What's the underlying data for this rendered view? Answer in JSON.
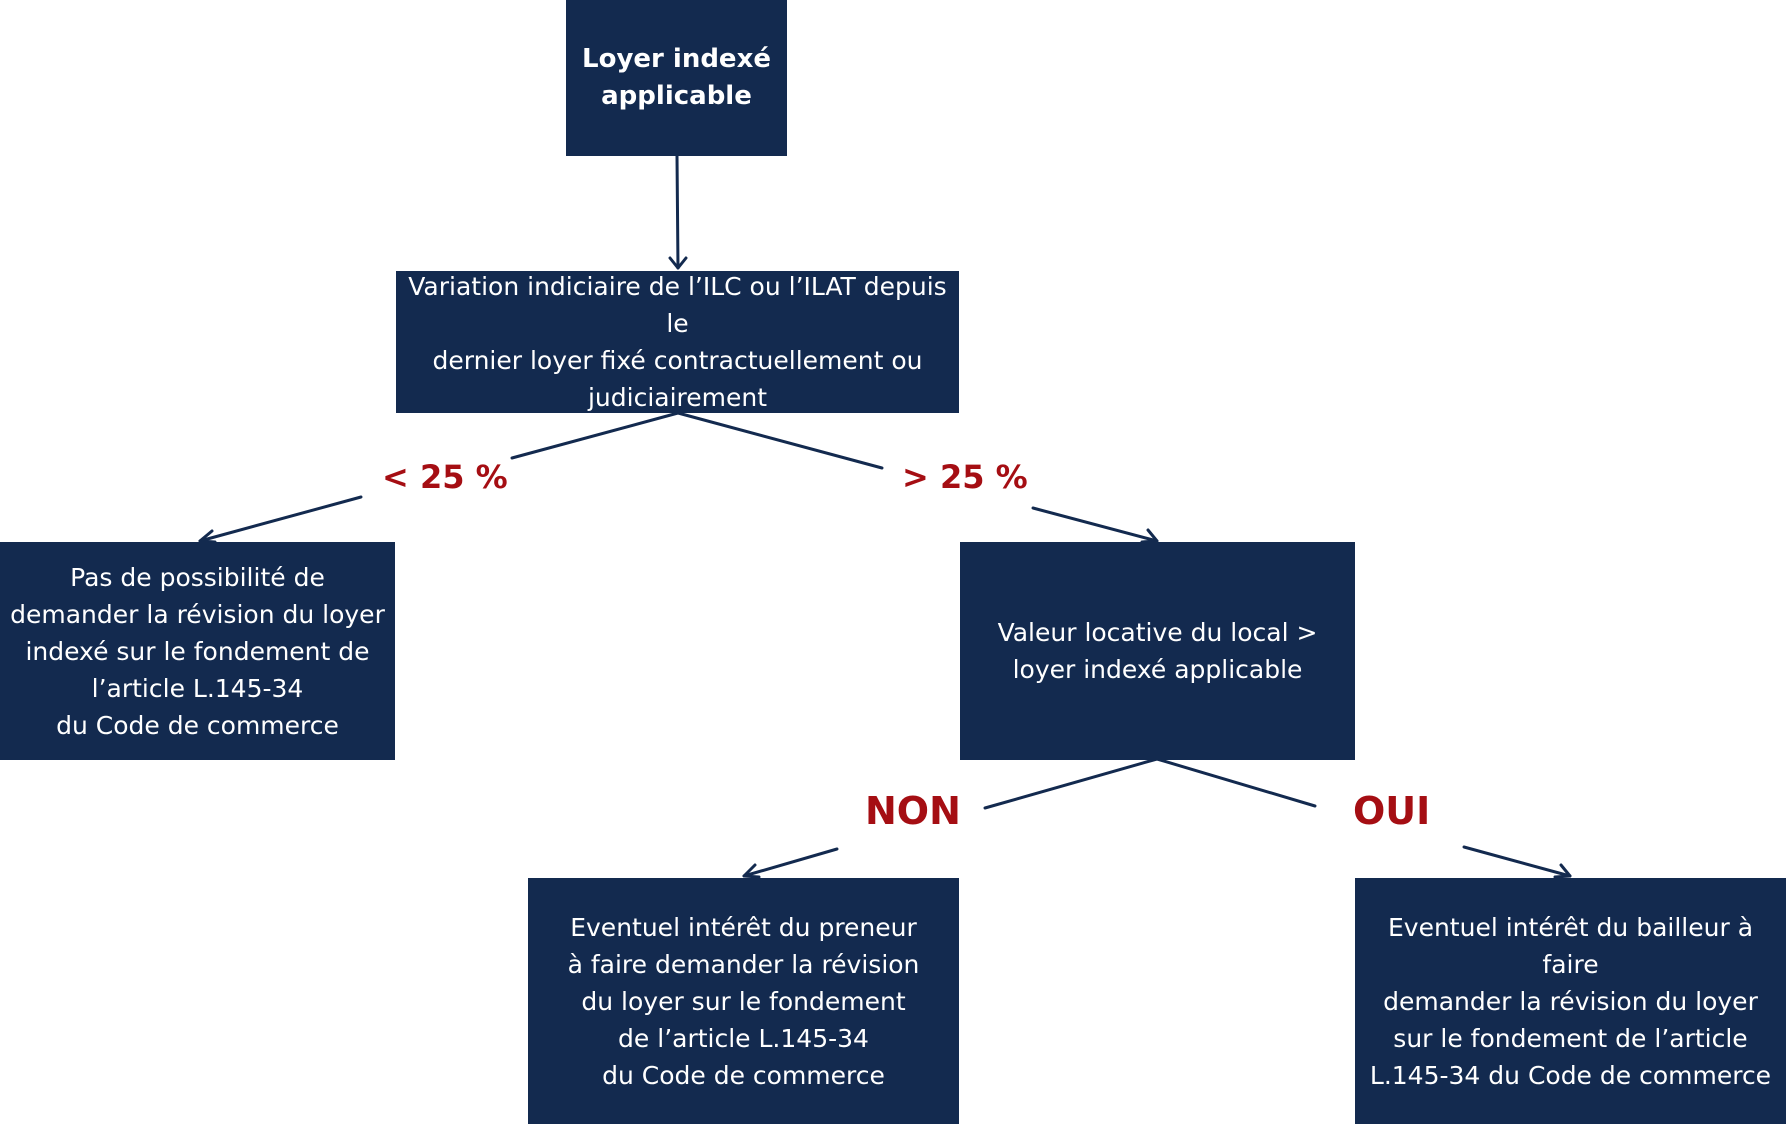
{
  "colors": {
    "box": "#132a4f",
    "text": "#ffffff",
    "accent": "#a50e13",
    "connector": "#132a4f"
  },
  "nodes": {
    "root": "Loyer indexé\napplicable",
    "variation": "Variation indiciaire de l’ILC ou l’ILAT depuis le\ndernier loyer fixé contractuellement ou\njudiciairement",
    "no_revision": "Pas de possibilité de\ndemander la révision du loyer\nindexé sur le fondement de\nl’article L.145-34\ndu Code de  commerce",
    "rental_value": "Valeur locative du local >\nloyer indexé applicable\n ",
    "tenant_interest": "Eventuel intérêt du preneur\nà faire demander la révision\ndu loyer sur le fondement\nde l’article L.145-34\ndu Code de commerce",
    "landlord_interest": "Eventuel intérêt du bailleur à faire\ndemander la révision du loyer\nsur le fondement de l’article\nL.145-34 du Code de commerce\n "
  },
  "edge_labels": {
    "less": "< 25 %",
    "more": "> 25 %",
    "non": "NON",
    "oui": "OUI"
  }
}
